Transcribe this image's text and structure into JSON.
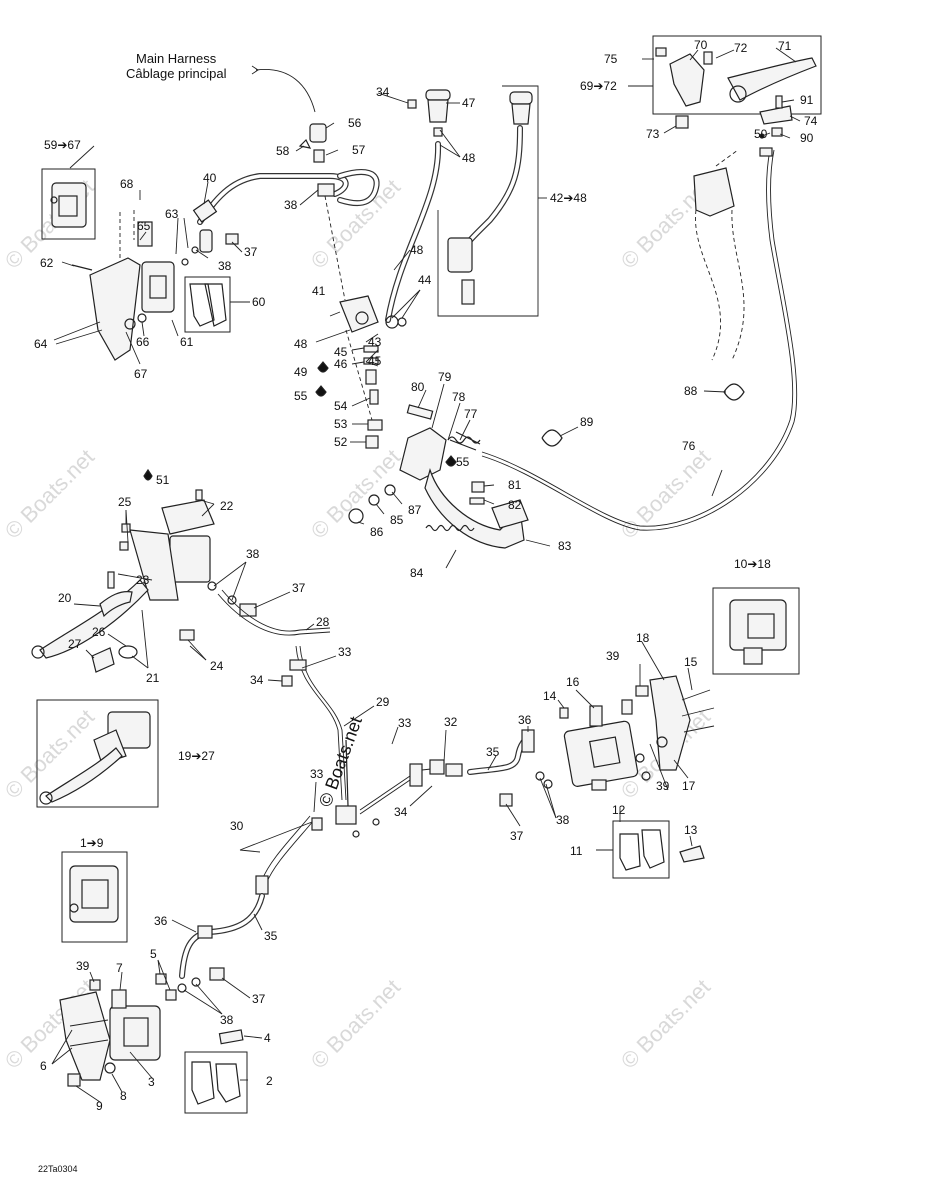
{
  "harness": {
    "line1": "Main Harness",
    "line2": "Câblage principal"
  },
  "code": "22Ta0304",
  "watermark": "© Boats.net",
  "labels": {
    "l1": "1➔9",
    "l2": "2",
    "l3": "3",
    "l4": "4",
    "l5": "5",
    "l6": "6",
    "l7": "7",
    "l8": "8",
    "l9": "9",
    "l10": "10➔18",
    "l11": "11",
    "l12": "12",
    "l13": "13",
    "l14": "14",
    "l15": "15",
    "l16": "16",
    "l17": "17",
    "l18": "18",
    "l19": "19➔27",
    "l20": "20",
    "l21": "21",
    "l22": "22",
    "l23": "23",
    "l24": "24",
    "l25": "25",
    "l26": "26",
    "l27": "27",
    "l28": "28",
    "l29": "29",
    "l30": "30",
    "l32": "32",
    "l33a": "33",
    "l33b": "33",
    "l33c": "33",
    "l34a": "34",
    "l34b": "34",
    "l34c": "34",
    "l35a": "35",
    "l35b": "35",
    "l36a": "36",
    "l36b": "36",
    "l37a": "37",
    "l37b": "37",
    "l37c": "37",
    "l37d": "37",
    "l38a": "38",
    "l38b": "38",
    "l38c": "38",
    "l38d": "38",
    "l38e": "38",
    "l39a": "39",
    "l39b": "39",
    "l39c": "39",
    "l40": "40",
    "l41": "41",
    "l4248": "42➔48",
    "l43": "43",
    "l44": "44",
    "l45a": "45",
    "l45b": "45",
    "l46": "46",
    "l47": "47",
    "l48a": "48",
    "l48b": "48",
    "l48c": "48",
    "l49": "49",
    "l50": "50",
    "l51": "51",
    "l52": "52",
    "l53": "53",
    "l54": "54",
    "l55a": "55",
    "l55b": "55",
    "l56": "56",
    "l57": "57",
    "l58": "58",
    "l5967": "59➔67",
    "l60": "60",
    "l61": "61",
    "l62": "62",
    "l63": "63",
    "l64": "64",
    "l65": "65",
    "l66": "66",
    "l67": "67",
    "l68": "68",
    "l6972": "69➔72",
    "l70": "70",
    "l71": "71",
    "l72": "72",
    "l73": "73",
    "l74": "74",
    "l75": "75",
    "l76": "76",
    "l77": "77",
    "l78": "78",
    "l79": "79",
    "l80": "80",
    "l81": "81",
    "l82": "82",
    "l83": "83",
    "l84": "84",
    "l85": "85",
    "l86": "86",
    "l87": "87",
    "l88": "88",
    "l89": "89",
    "l90": "90",
    "l91": "91"
  }
}
